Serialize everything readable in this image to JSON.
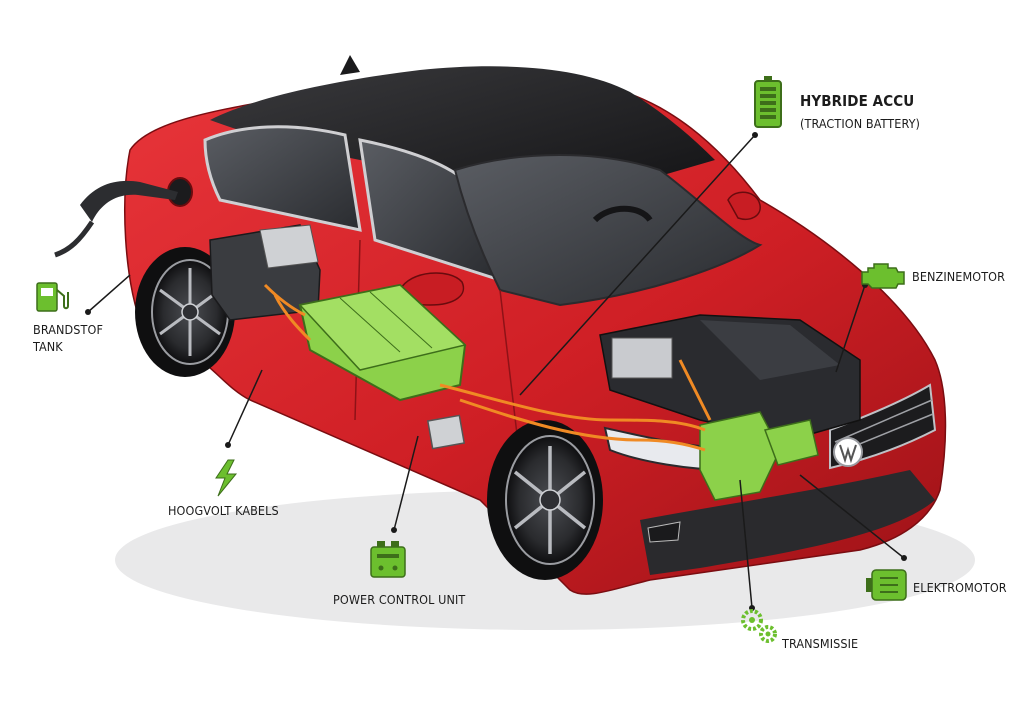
{
  "labels": {
    "hybrid_battery": "HYBRIDE ACCU",
    "hybrid_battery_sub": "(TRACTION BATTERY)",
    "fuel_tank_line1": "BRANDSTOF",
    "fuel_tank_line2": "TANK",
    "petrol_engine": "BENZINEMOTOR",
    "high_voltage_cables": "HOOGVOLT KABELS",
    "power_control_unit": "POWER CONTROL UNIT",
    "electric_motor": "ELEKTROMOTOR",
    "transmission": "TRANSMISSIE"
  },
  "icons": {
    "hybrid_battery": "battery-icon",
    "fuel_tank": "fuel-pump-icon",
    "petrol_engine": "engine-icon",
    "high_voltage_cables": "lightning-bolt-icon",
    "power_control_unit": "power-unit-icon",
    "electric_motor": "electric-motor-icon",
    "transmission": "gears-icon"
  },
  "colors": {
    "car_body": "#d31f26",
    "roof": "#1d1d1f",
    "icon_green": "#6cbf2e",
    "battery_green": "#8cd14a",
    "cable_orange": "#f08a24",
    "leader_line": "#1a1a1a"
  }
}
